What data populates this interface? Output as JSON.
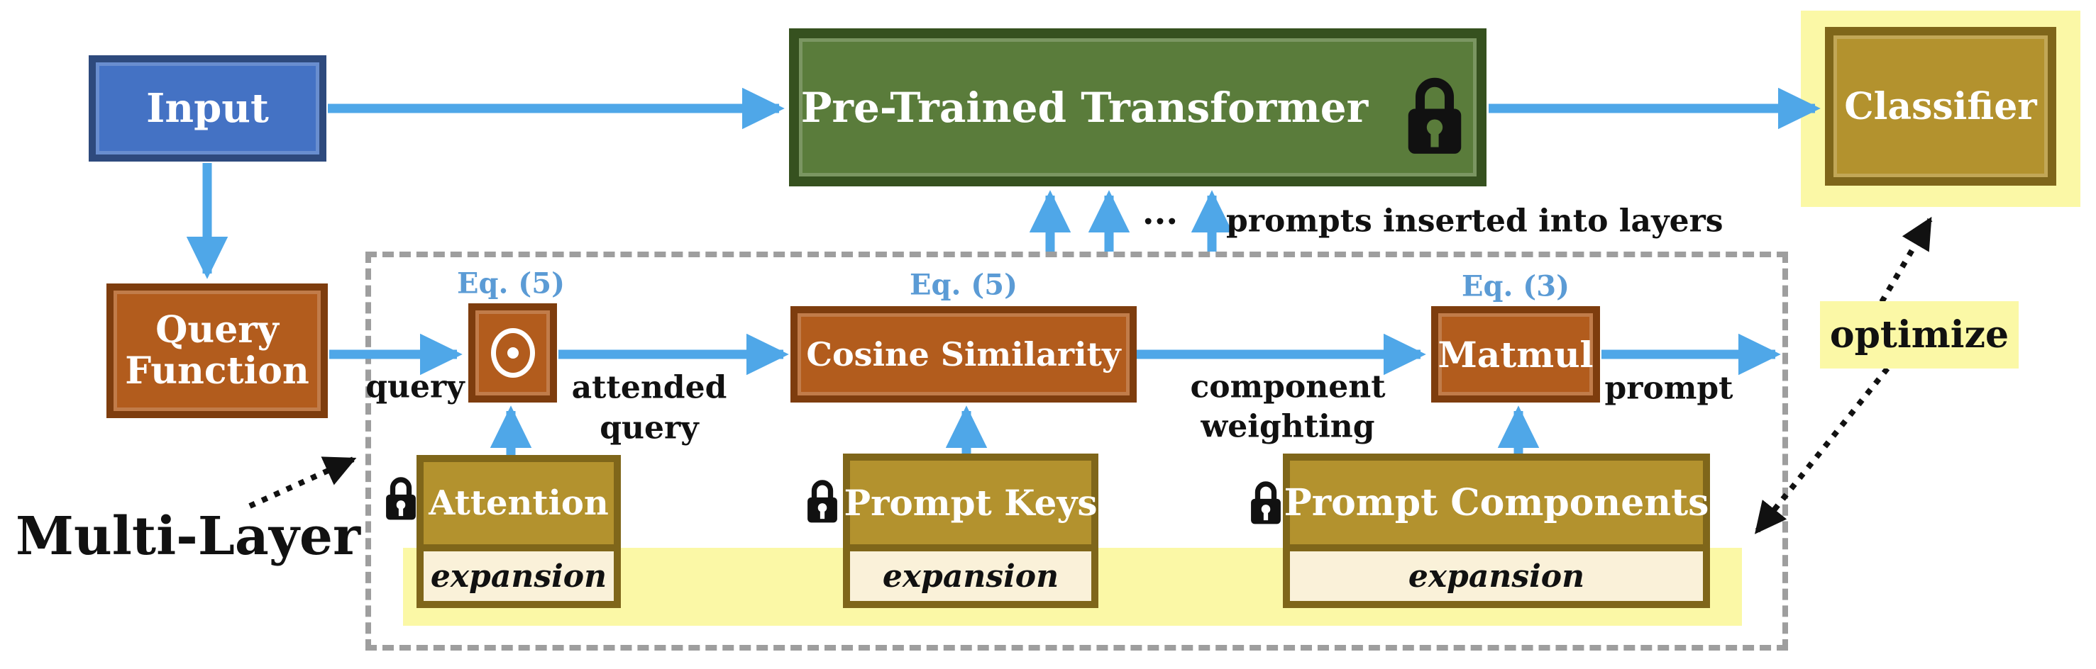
{
  "colors": {
    "blue-box": "#4472C4",
    "blue-box-border": "#2E4A7D",
    "brown-box": "#B25C1D",
    "brown-box-border": "#7E3D0E",
    "green-box": "#5A7C3B",
    "green-box-border": "#36511F",
    "gold-box": "#B3922E",
    "gold-box-border": "#7F661A",
    "cream-box": "#FAF1D9",
    "highlight-yellow": "#FBF8A6",
    "arrow-blue": "#4FA7E8",
    "eq-blue": "#5B9BD5",
    "dashed-gray": "#9E9E9E",
    "text-black": "#111111",
    "text-white": "#FFFFFF"
  },
  "nodes": {
    "input": {
      "label": "Input"
    },
    "transformer": {
      "label": "Pre-Trained Transformer"
    },
    "classifier": {
      "label": "Classifier"
    },
    "query_function": {
      "line1": "Query",
      "line2": "Function"
    },
    "cosine_similarity": {
      "label": "Cosine Similarity"
    },
    "matmul": {
      "label": "Matmul"
    },
    "attention": {
      "label": "Attention",
      "expansion": "expansion"
    },
    "prompt_keys": {
      "label": "Prompt Keys",
      "expansion": "expansion"
    },
    "prompt_components": {
      "label": "Prompt Components",
      "expansion": "expansion"
    }
  },
  "eq_labels": {
    "odot": "Eq. (5)",
    "cosine": "Eq. (5)",
    "matmul": "Eq. (3)"
  },
  "edge_labels": {
    "query": "query",
    "attended_line1": "attended",
    "attended_line2": "query",
    "weighting_line1": "component",
    "weighting_line2": "weighting",
    "prompt": "prompt",
    "ellipsis": "...",
    "prompts_inserted": "prompts inserted into layers"
  },
  "annotations": {
    "multi_layer": "Multi-Layer",
    "optimize": "optimize"
  }
}
